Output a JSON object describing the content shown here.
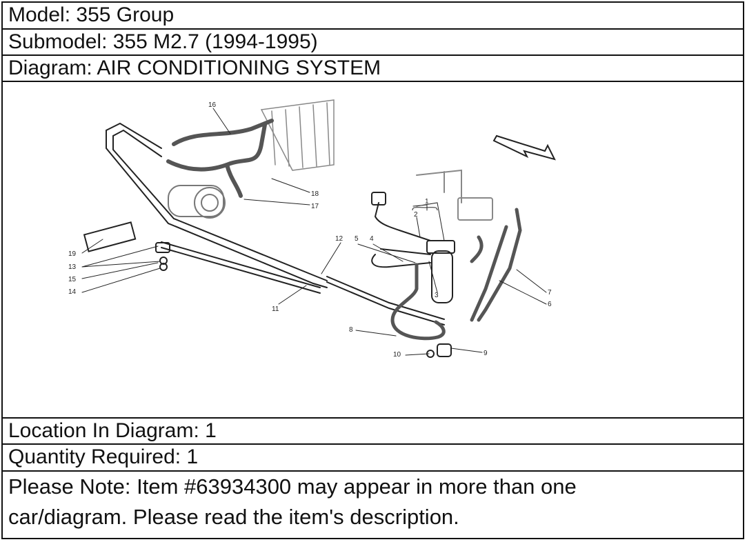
{
  "header": {
    "model_line": "Model: 355 Group",
    "submodel_line": "Submodel: 355 M2.7 (1994-1995)",
    "diagram_line": "Diagram: AIR CONDITIONING SYSTEM"
  },
  "diagram": {
    "callouts": [
      "1",
      "2",
      "3",
      "4",
      "5",
      "6",
      "7",
      "8",
      "9",
      "10",
      "11",
      "12",
      "13",
      "14",
      "15",
      "16",
      "17",
      "18",
      "19"
    ]
  },
  "footer": {
    "location_line": "Location In Diagram: 1",
    "quantity_line": "Quantity Required: 1",
    "note_line1": "Please Note: Item #63934300 may appear in more than one",
    "note_line2": "car/diagram. Please read the item's description."
  }
}
